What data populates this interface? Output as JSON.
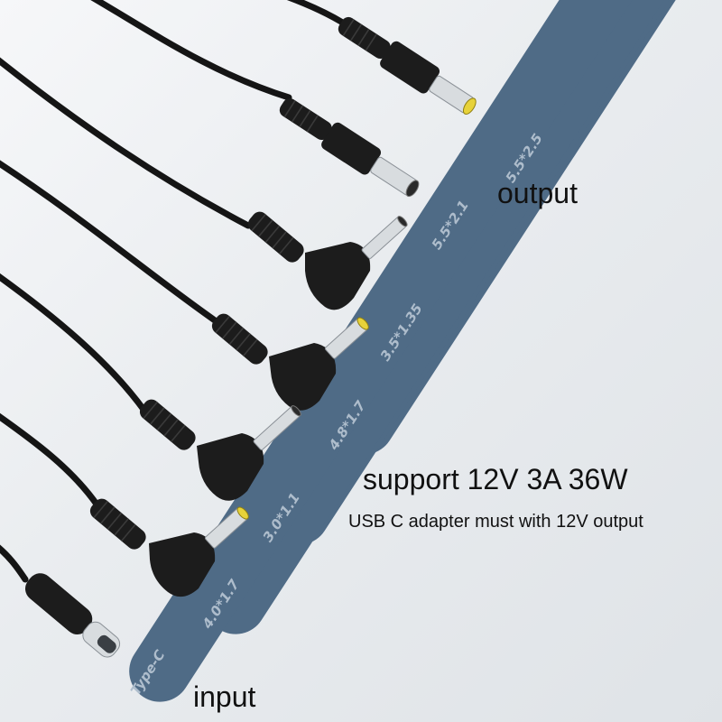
{
  "connectors": [
    {
      "id": "5525",
      "label": "5.5*2.5"
    },
    {
      "id": "5521",
      "label": "5.5*2.1"
    },
    {
      "id": "35135",
      "label": "3.5*1.35"
    },
    {
      "id": "4817",
      "label": "4.8*1.7"
    },
    {
      "id": "3011",
      "label": "3.0*1.1"
    },
    {
      "id": "4017",
      "label": "4.0*1.7"
    },
    {
      "id": "typec",
      "label": "Type-C"
    }
  ],
  "captions": {
    "output": "output",
    "support": "support 12V 3A 36W",
    "note": "USB C adapter must with 12V output",
    "input": "input"
  },
  "colors": {
    "strip": "#4f6b86",
    "cable": "#151515",
    "gold_tip": "#e7d23a",
    "background": "#eceef1"
  }
}
